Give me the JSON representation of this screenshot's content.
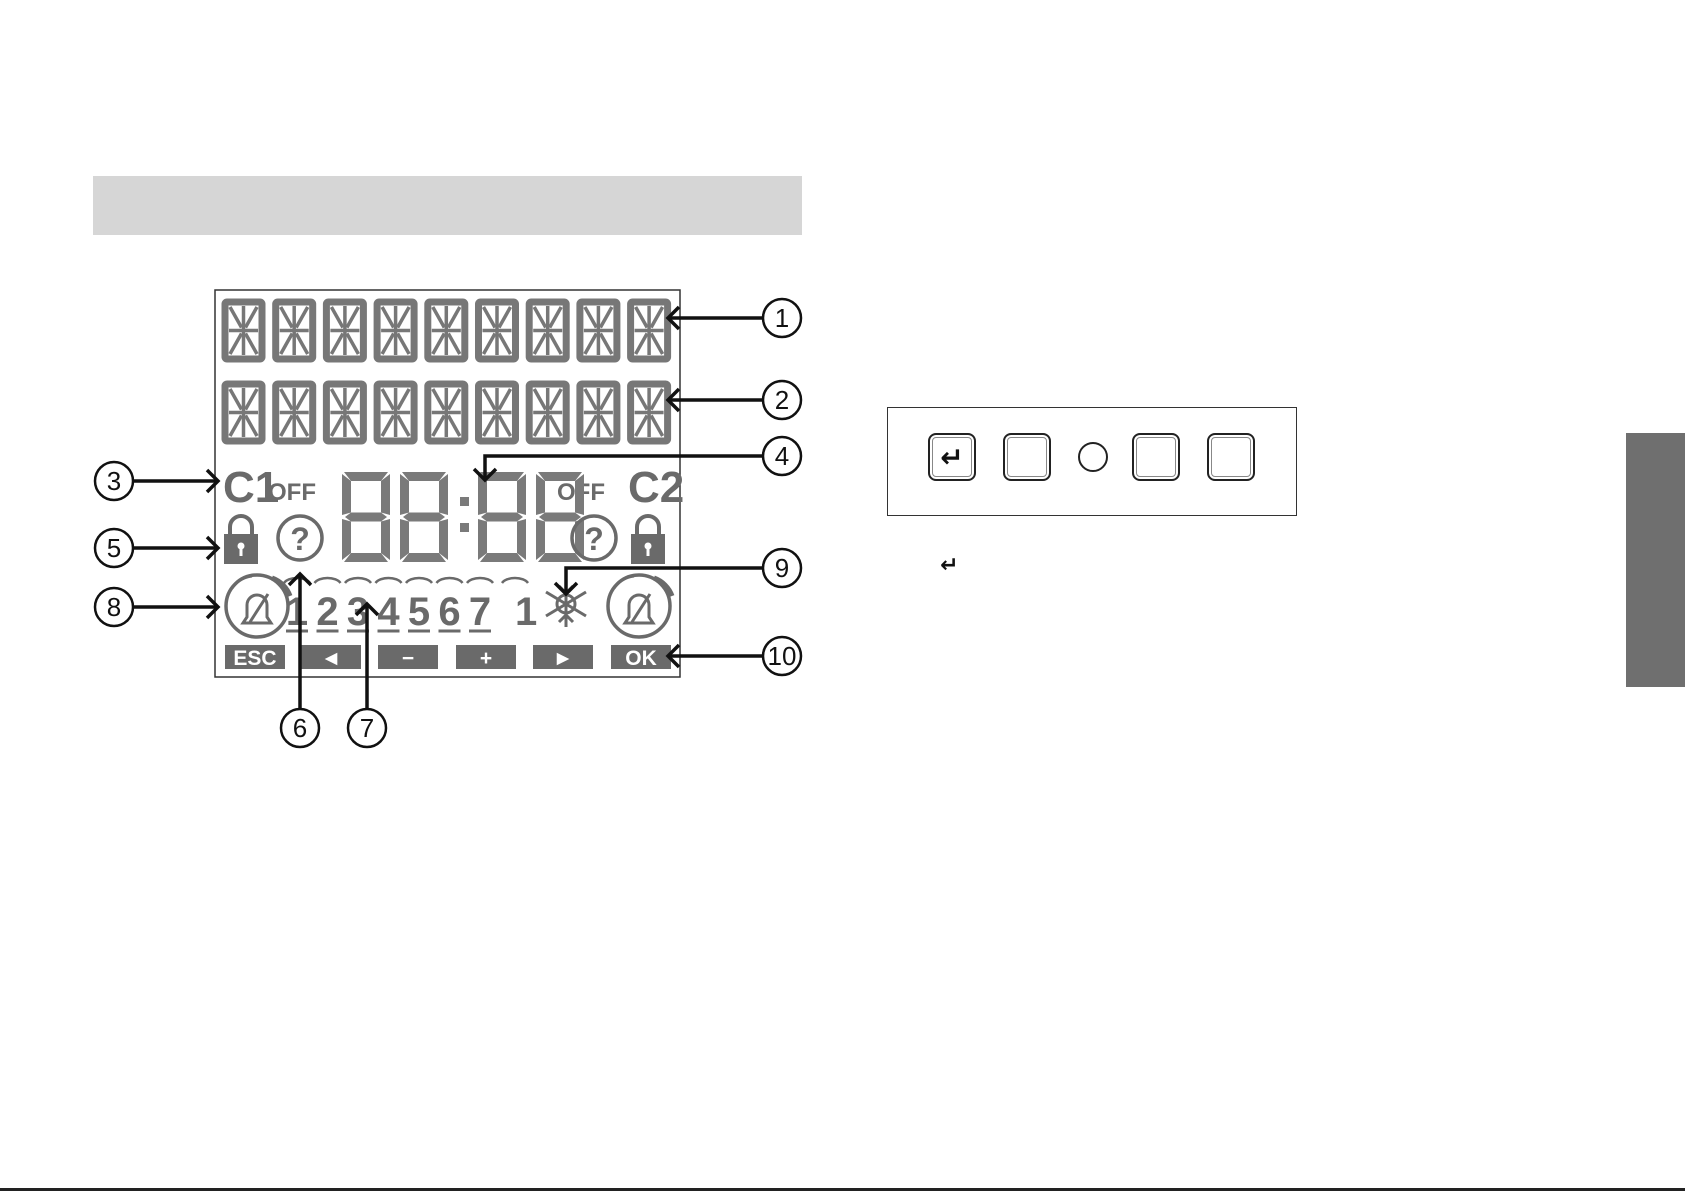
{
  "section_header": {
    "title": ""
  },
  "lcd": {
    "row1_char_count": 9,
    "row2_char_count": 9,
    "channel_left": "C1",
    "channel_right": "C2",
    "channel_left_suffix": "OFF",
    "channel_right_suffix": "OFF",
    "clock_display": "88:88",
    "weekdays": [
      "1",
      "2",
      "3",
      "4",
      "5",
      "6",
      "7"
    ],
    "extra_day": "1",
    "icons": [
      "padlock-icon",
      "question-icon",
      "override-alarm-icon",
      "snowflake-icon"
    ],
    "bottom_buttons": [
      {
        "label": "ESC"
      },
      {
        "label": "◄"
      },
      {
        "label": "−"
      },
      {
        "label": "+"
      },
      {
        "label": "►"
      },
      {
        "label": "OK"
      }
    ]
  },
  "callouts": [
    "①",
    "②",
    "③",
    "④",
    "⑤",
    "⑥",
    "⑦",
    "⑧",
    "⑨",
    "⑩"
  ],
  "keypad": {
    "buttons": [
      {
        "name": "enter-button",
        "glyph": "↵"
      },
      {
        "name": "key-2-button",
        "glyph": ""
      },
      {
        "name": "key-3-button",
        "glyph": ""
      },
      {
        "name": "key-4-button",
        "glyph": ""
      }
    ],
    "indicator": "led"
  },
  "enter_symbol_note": "↵",
  "colors": {
    "lcd_segment": "#777777",
    "button_fill": "#6a6a6a",
    "header_bar": "#d6d6d6",
    "side_tab": "#6f6f6f"
  }
}
